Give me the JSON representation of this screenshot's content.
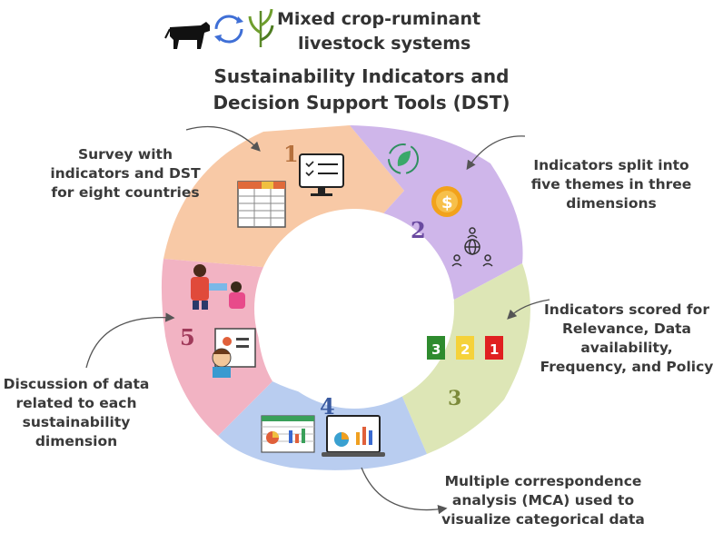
{
  "header": {
    "subtitle_line1": "Mixed crop-ruminant",
    "subtitle_line2": "livestock systems",
    "title_line1": "Sustainability Indicators and",
    "title_line2": "Decision Support Tools (DST)"
  },
  "steps": [
    {
      "number": "1",
      "color": "#f8c9a6",
      "text_lines": [
        "Survey with",
        "indicators and DST",
        "for eight countries"
      ],
      "icons": [
        "spreadsheet-icon",
        "checklist-monitor-icon"
      ]
    },
    {
      "number": "2",
      "color": "#cfb6ea",
      "text_lines": [
        "Indicators split into",
        "five themes in three",
        "dimensions"
      ],
      "icons": [
        "recycle-leaf-icon",
        "dollar-coin-icon",
        "people-globe-icon"
      ]
    },
    {
      "number": "3",
      "color": "#dde6b6",
      "text_lines": [
        "Indicators scored for",
        "Relevance, Data",
        "availability,",
        "Frequency, and Policy"
      ],
      "icons": [
        "score-badges"
      ]
    },
    {
      "number": "4",
      "color": "#b9cdf0",
      "text_lines": [
        "Multiple correspondence",
        "analysis (MCA) used to",
        "visualize categorical data"
      ],
      "icons": [
        "spreadsheet-chart-icon",
        "laptop-chart-icon"
      ]
    },
    {
      "number": "5",
      "color": "#f2b3c3",
      "text_lines": [
        "Discussion of data",
        "related to each",
        "sustainability",
        "dimension"
      ],
      "icons": [
        "discussion-people-icon",
        "presenter-board-icon"
      ]
    }
  ],
  "scores": [
    {
      "label": "3",
      "color": "#2e8b2e"
    },
    {
      "label": "2",
      "color": "#f5d23a"
    },
    {
      "label": "1",
      "color": "#e02020"
    }
  ]
}
